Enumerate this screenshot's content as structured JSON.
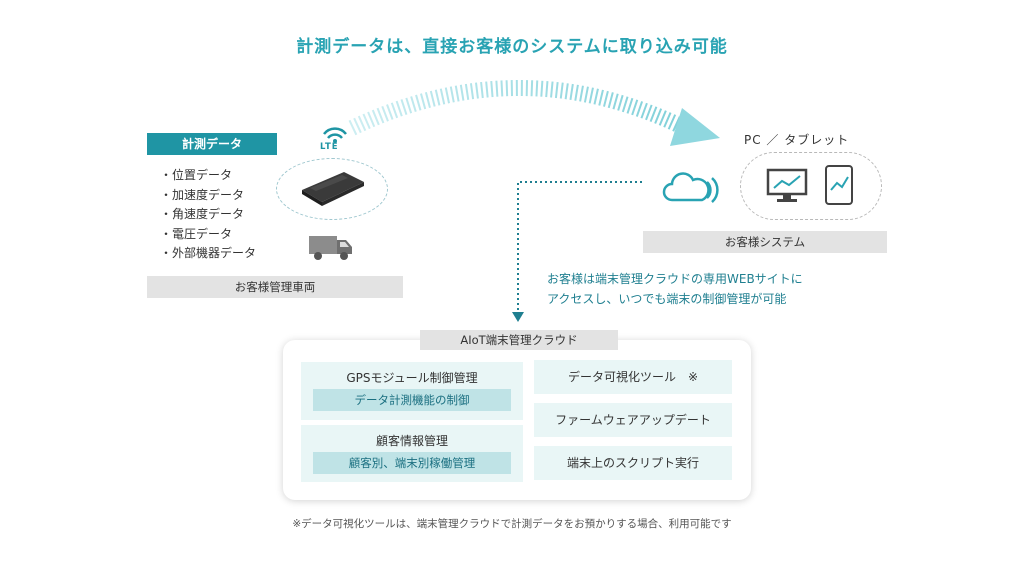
{
  "title": "計測データは、直接お客様のシステムに取り込み可能",
  "measurement": {
    "label": "計測データ",
    "items": [
      "位置データ",
      "加速度データ",
      "角速度データ",
      "電圧データ",
      "外部機器データ"
    ],
    "lte_label": "LTE",
    "vehicle_label": "お客様管理車両"
  },
  "customer": {
    "devices_label": "PC ／ タブレット",
    "system_label": "お客様システム",
    "access_lines": [
      "お客様は端末管理クラウドの専用WEBサイトに",
      "アクセスし、いつでも端末の制御管理が可能"
    ]
  },
  "cloud": {
    "label": "AIoT端末管理クラウド",
    "gps_title": "GPSモジュール制御管理",
    "gps_sub": "データ計測機能の制御",
    "customer_title": "顧客情報管理",
    "customer_sub": "顧客別、端末別稼働管理",
    "viz": "データ可視化ツール　※",
    "firmware": "ファームウェアアップデート",
    "script": "端末上のスクリプト実行"
  },
  "footnote": "※データ可視化ツールは、端末管理クラウドで計測データをお預かりする場合、利用可能です",
  "colors": {
    "accent": "#29a3b3",
    "label_bg": "#1f95a4",
    "box_bg": "#e9f6f6",
    "sub_bg": "#bfe3e6",
    "gray": "#e3e3e3"
  },
  "icons": [
    "lte-signal-icon",
    "gps-device-icon",
    "truck-icon",
    "cloud-wireless-icon",
    "monitor-chart-icon",
    "tablet-chart-icon",
    "big-arc-arrow"
  ]
}
